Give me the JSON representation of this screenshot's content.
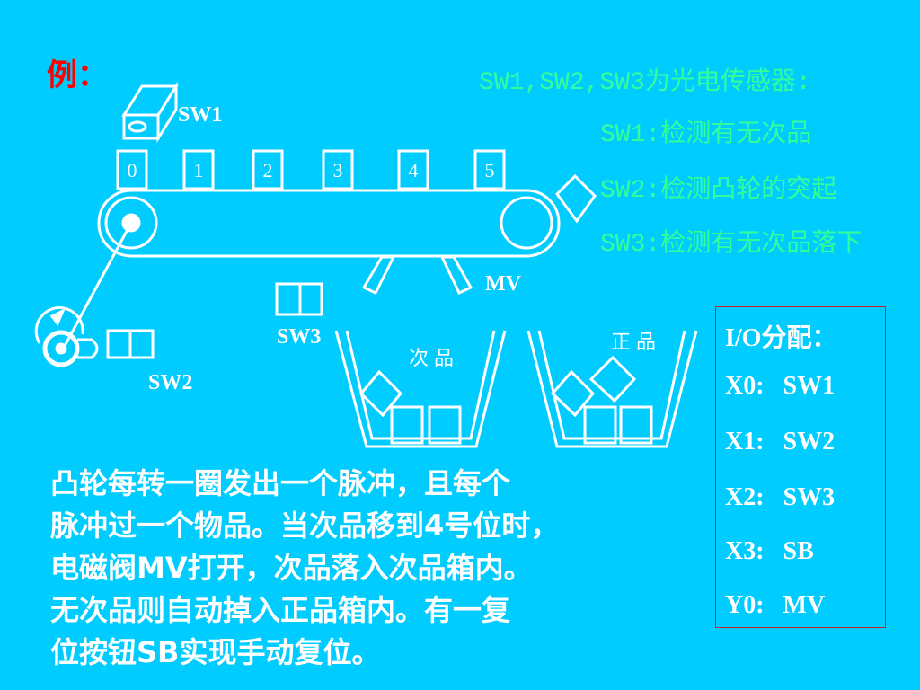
{
  "example_label": "例：",
  "sensor_notes": {
    "title": "SW1,SW2,SW3为光电传感器:",
    "sw1": "SW1:检测有无次品",
    "sw2": "SW2:检测凸轮的突起",
    "sw3": "SW3:检测有无次品落下"
  },
  "diagram": {
    "sw1_label": "SW1",
    "sw2_label": "SW2",
    "sw3_label": "SW3",
    "mv_label": "MV",
    "positions": [
      "0",
      "1",
      "2",
      "3",
      "4",
      "5"
    ],
    "defective_bin_label": "次品",
    "good_bin_label": "正品"
  },
  "io_assignment": {
    "title": "I/O分配：",
    "rows": [
      {
        "addr": "X0:",
        "signal": "SW1"
      },
      {
        "addr": "X1:",
        "signal": "SW2"
      },
      {
        "addr": "X2:",
        "signal": "SW3"
      },
      {
        "addr": "X3:",
        "signal": "SB"
      },
      {
        "addr": "Y0:",
        "signal": "MV"
      }
    ]
  },
  "description_lines": [
    "凸轮每转一圈发出一个脉冲，且每个",
    "脉冲过一个物品。当次品移到4号位时，",
    "电磁阀MV打开，次品落入次品箱内。",
    "无次品则自动掉入正品箱内。有一复",
    "位按钮SB实现手动复位。"
  ],
  "colors": {
    "background": "#00ccff",
    "accent_red": "#ff0000",
    "sensor_text": "#33ff99",
    "line_white": "#ffffff"
  }
}
